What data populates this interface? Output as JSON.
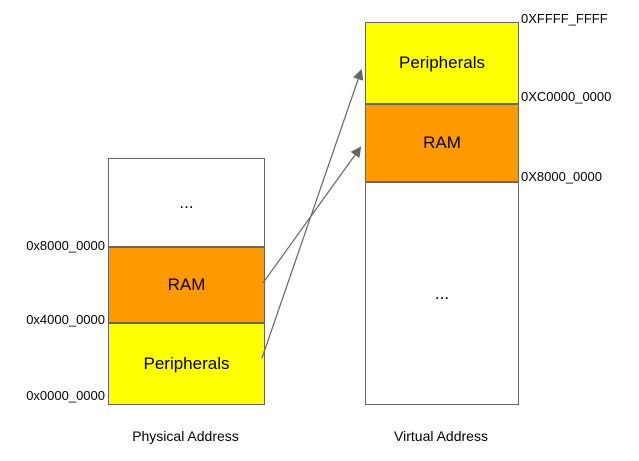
{
  "physical_column": {
    "caption": "Physical Address",
    "sections": [
      {
        "name": "unmapped",
        "label": "...",
        "color": "#FFFFFF"
      },
      {
        "name": "ram",
        "label": "RAM",
        "color": "#FF9900"
      },
      {
        "name": "peripherals",
        "label": "Peripherals",
        "color": "#FFFF00"
      }
    ],
    "address_labels": [
      "0x8000_0000",
      "0x4000_0000",
      "0x0000_0000"
    ]
  },
  "virtual_column": {
    "caption": "Virtual Address",
    "sections": [
      {
        "name": "peripherals",
        "label": "Peripherals",
        "color": "#FFFF00"
      },
      {
        "name": "ram",
        "label": "RAM",
        "color": "#FF9900"
      },
      {
        "name": "unmapped",
        "label": "...",
        "color": "#FFFFFF"
      }
    ],
    "address_labels": [
      "0XFFFF_FFFF",
      "0XC0000_0000",
      "0X8000_0000"
    ]
  },
  "mappings": [
    {
      "from": "physical peripherals",
      "to": "virtual peripherals"
    },
    {
      "from": "physical ram",
      "to": "virtual ram"
    }
  ],
  "colors": {
    "ram": "#FF9900",
    "peripherals": "#FFFF00",
    "border": "#666666",
    "arrow": "#666666",
    "text": "#000000",
    "background": "#FFFFFF"
  }
}
